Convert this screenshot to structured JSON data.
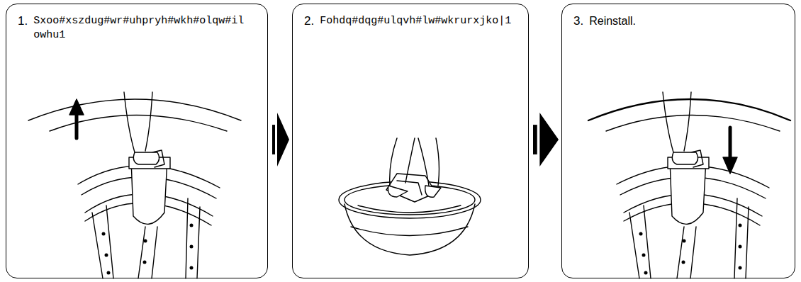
{
  "diagram": {
    "nodes": [
      {
        "text": [
          "1.",
          "Sxoo#xszdug#wr#uhpryh#wkh#olqw#ilowhu1"
        ]
      },
      {
        "text": [
          "2.",
          "Fohdq#dqg#ulqvh#lw#wkrurxjko|1"
        ]
      },
      {
        "text": [
          "3.",
          "Reinstall."
        ]
      }
    ],
    "edges": [
      {
        "from": 0,
        "to": 1,
        "arrow": "to"
      },
      {
        "from": 1,
        "to": 2,
        "arrow": "to"
      }
    ]
  }
}
